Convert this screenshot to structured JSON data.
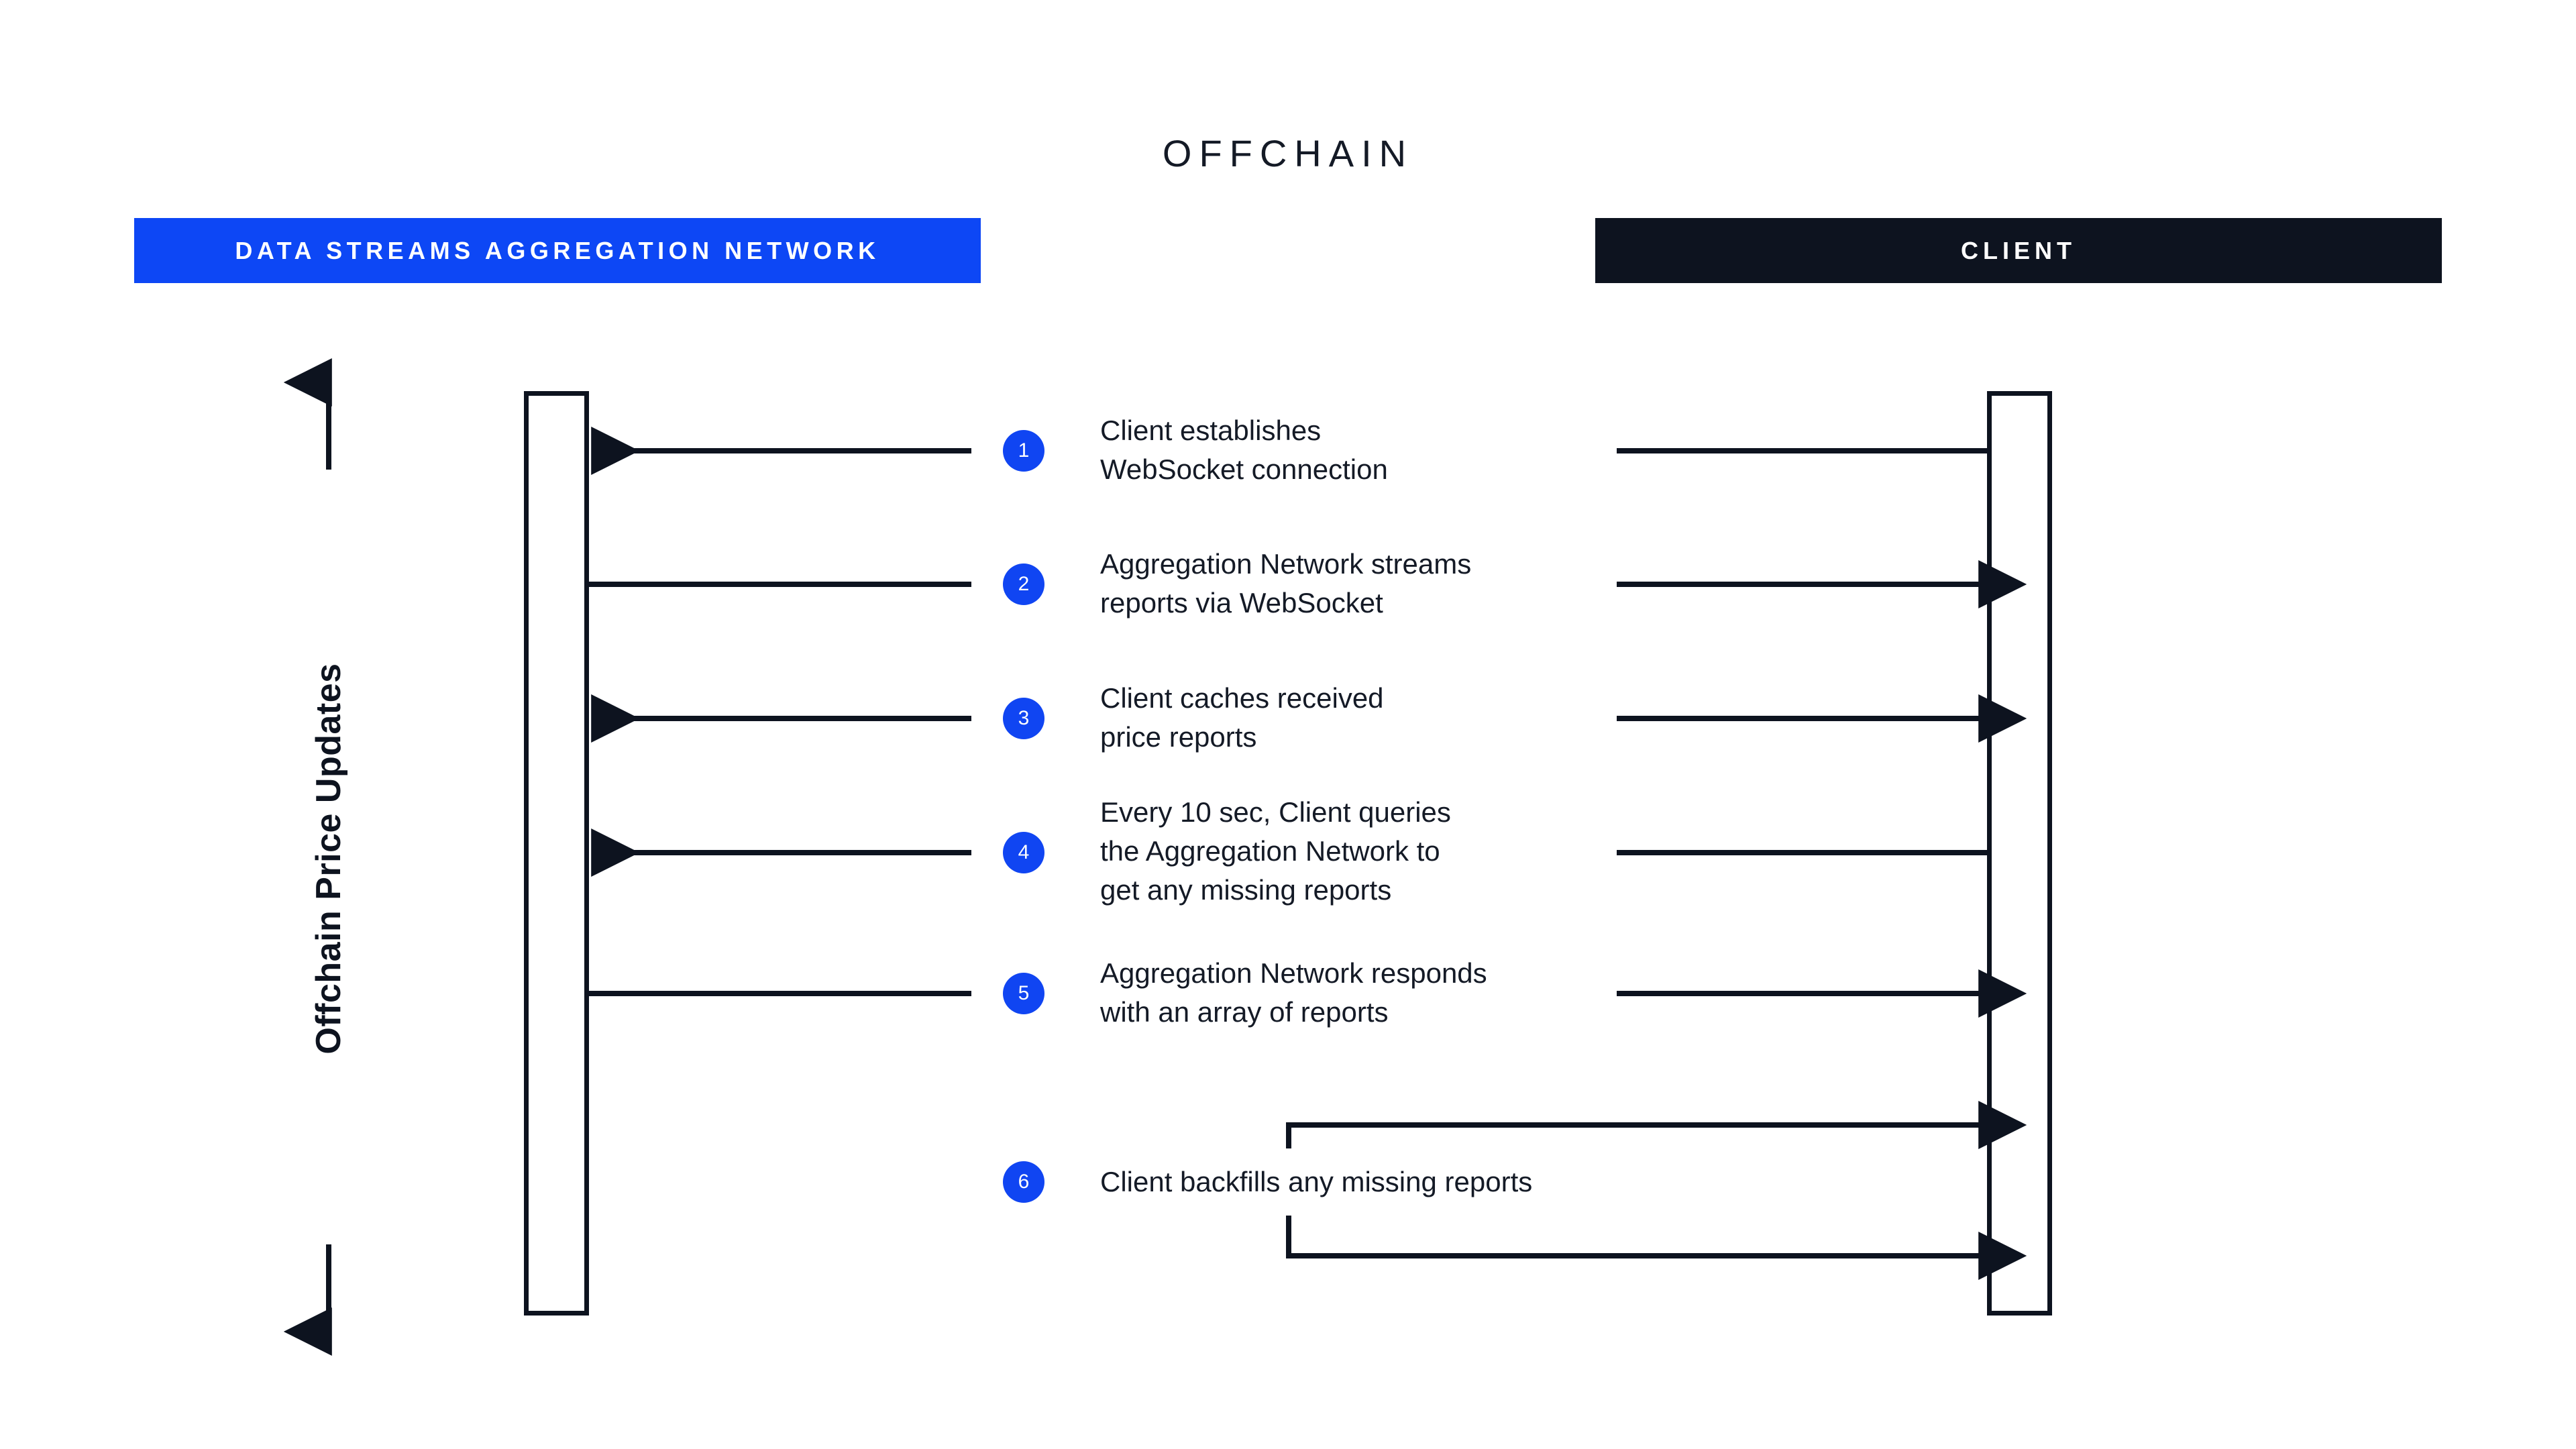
{
  "title": "OFFCHAIN",
  "colors": {
    "accent_blue": "#0D47F5",
    "badge_blue": "#1045F2",
    "dark": "#0D131F",
    "text": "#141A26",
    "background": "#FFFFFF"
  },
  "lanes": {
    "left": {
      "label": "DATA STREAMS AGGREGATION NETWORK"
    },
    "right": {
      "label": "CLIENT"
    }
  },
  "axis": {
    "label": "Offchain Price Updates",
    "arrow_top": "arrow-up",
    "arrow_bottom": "arrow-down"
  },
  "steps": [
    {
      "number": "1",
      "text": "Client establishes\nWebSocket connection",
      "direction": "right-to-left",
      "kind": "straight"
    },
    {
      "number": "2",
      "text": "Aggregation Network streams\nreports via WebSocket",
      "direction": "left-to-right",
      "kind": "straight"
    },
    {
      "number": "3",
      "text": "Client caches received\nprice reports",
      "direction": "right-to-left",
      "kind": "straight"
    },
    {
      "number": "4",
      "text": "Every 10 sec, Client queries\nthe Aggregation Network to\nget any missing reports",
      "direction": "right-to-left",
      "kind": "straight"
    },
    {
      "number": "5",
      "text": "Aggregation Network responds\nwith an array of reports",
      "direction": "left-to-right",
      "kind": "straight"
    },
    {
      "number": "6",
      "text": "Client backfills any missing reports",
      "direction": "self-loop",
      "kind": "elbow-pair"
    }
  ]
}
